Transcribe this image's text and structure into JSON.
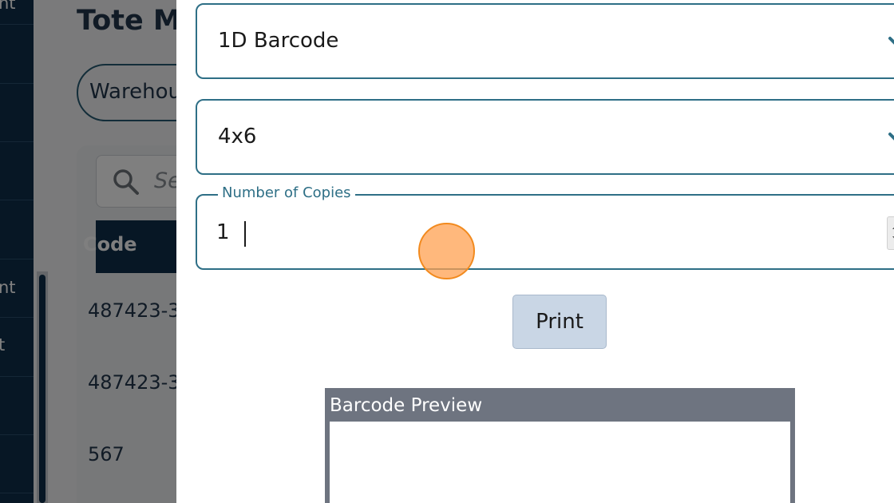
{
  "background": {
    "page_title": "Tote Ma",
    "filter_chip": "Warehou",
    "search_placeholder": "Se",
    "table_header": "Code",
    "rows": [
      "487423-3",
      "487423-3",
      "567"
    ],
    "sidebar_labels": [
      "nt",
      "nt",
      "t"
    ]
  },
  "drawer": {
    "barcode_type": {
      "value": "1D Barcode"
    },
    "label_size": {
      "value": "4x6"
    },
    "copies": {
      "label": "Number of Copies",
      "value": "1"
    },
    "print_label": "Print",
    "preview_title": "Barcode Preview"
  },
  "colors": {
    "accent": "#2e6f86",
    "sidebar": "#0f2f4b",
    "print_button": "#c9d6e5",
    "preview_frame": "#6e7480",
    "click_marker": "#f28a1e"
  }
}
